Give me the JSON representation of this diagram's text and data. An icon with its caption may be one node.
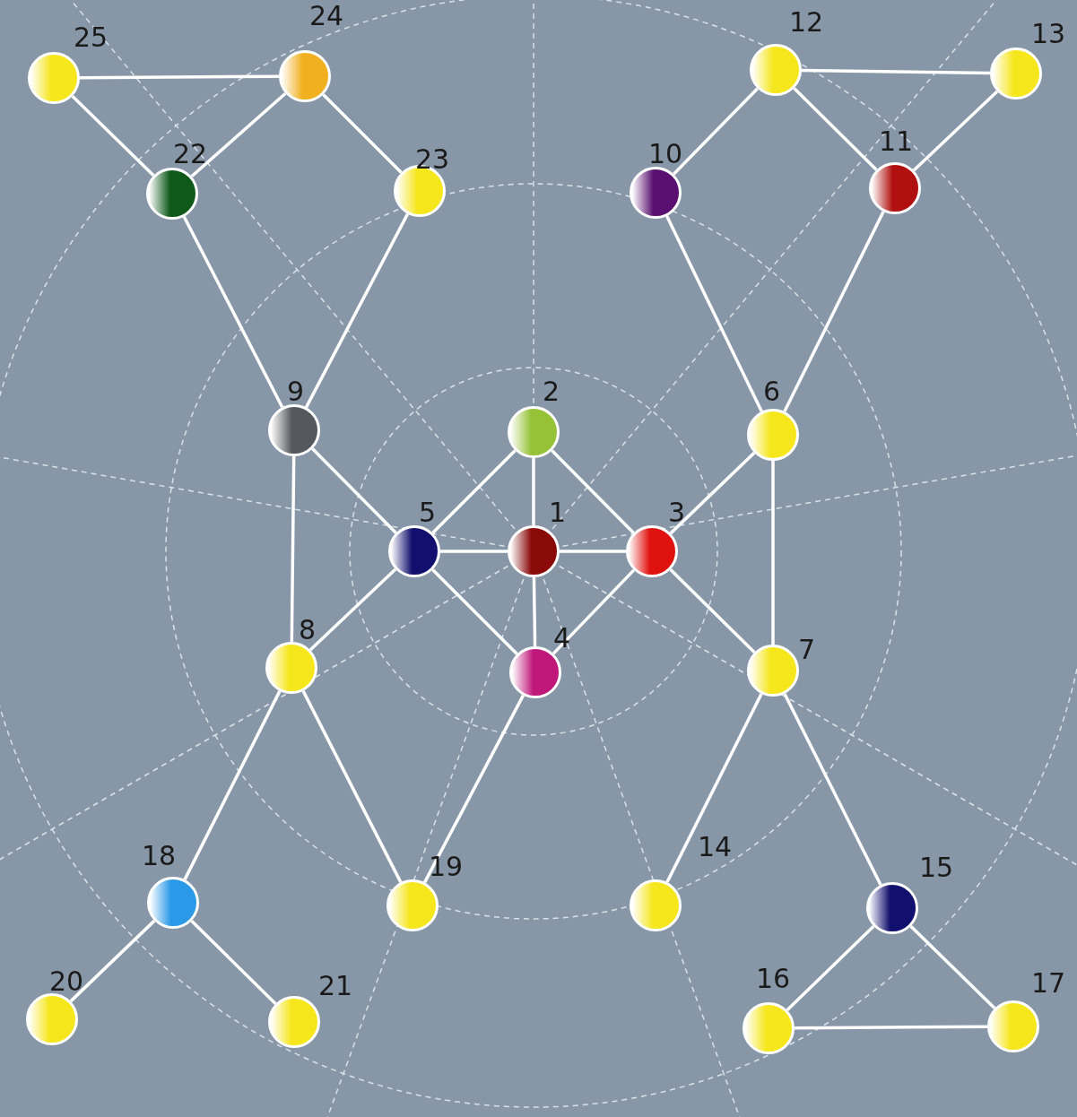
{
  "diagram": {
    "nodes": [
      {
        "text": [],
        "shape": "circle",
        "beside": [
          "1"
        ]
      },
      {
        "text": [],
        "shape": "circle",
        "beside": [
          "2"
        ]
      },
      {
        "text": [],
        "shape": "circle",
        "beside": [
          "3"
        ]
      },
      {
        "text": [],
        "shape": "circle",
        "beside": [
          "4"
        ]
      },
      {
        "text": [],
        "shape": "circle",
        "beside": [
          "5"
        ]
      },
      {
        "text": [],
        "shape": "circle",
        "beside": [
          "6"
        ]
      },
      {
        "text": [],
        "shape": "circle",
        "beside": [
          "7"
        ]
      },
      {
        "text": [],
        "shape": "circle",
        "beside": [
          "8"
        ]
      },
      {
        "text": [],
        "shape": "circle",
        "beside": [
          "9"
        ]
      },
      {
        "text": [],
        "shape": "circle",
        "beside": [
          "10"
        ]
      },
      {
        "text": [],
        "shape": "circle",
        "beside": [
          "11"
        ]
      },
      {
        "text": [],
        "shape": "circle",
        "beside": [
          "12"
        ]
      },
      {
        "text": [],
        "shape": "circle",
        "beside": [
          "13"
        ]
      },
      {
        "text": [],
        "shape": "circle",
        "beside": [
          "14"
        ]
      },
      {
        "text": [],
        "shape": "circle",
        "beside": [
          "15"
        ]
      },
      {
        "text": [],
        "shape": "circle",
        "beside": [
          "16"
        ]
      },
      {
        "text": [],
        "shape": "circle",
        "beside": [
          "17"
        ]
      },
      {
        "text": [],
        "shape": "circle",
        "beside": [
          "18"
        ]
      },
      {
        "text": [],
        "shape": "circle",
        "beside": [
          "19"
        ]
      },
      {
        "text": [],
        "shape": "circle",
        "beside": [
          "20"
        ]
      },
      {
        "text": [],
        "shape": "circle",
        "beside": [
          "21"
        ]
      },
      {
        "text": [],
        "shape": "circle",
        "beside": [
          "22"
        ]
      },
      {
        "text": [],
        "shape": "circle",
        "beside": [
          "23"
        ]
      },
      {
        "text": [],
        "shape": "circle",
        "beside": [
          "24"
        ]
      },
      {
        "text": [],
        "shape": "circle",
        "beside": [
          "25"
        ]
      }
    ],
    "edges": [
      {
        "from": 0,
        "to": 1,
        "arrow": "none"
      },
      {
        "from": 0,
        "to": 4,
        "arrow": "none"
      },
      {
        "from": 0,
        "to": 2,
        "arrow": "none"
      },
      {
        "from": 0,
        "to": 3,
        "arrow": "none"
      },
      {
        "from": 1,
        "to": 4,
        "arrow": "none"
      },
      {
        "from": 1,
        "to": 2,
        "arrow": "none"
      },
      {
        "from": 4,
        "to": 3,
        "arrow": "none"
      },
      {
        "from": 2,
        "to": 3,
        "arrow": "none"
      },
      {
        "from": 4,
        "to": 8,
        "arrow": "none"
      },
      {
        "from": 4,
        "to": 7,
        "arrow": "none"
      },
      {
        "from": 2,
        "to": 5,
        "arrow": "none"
      },
      {
        "from": 2,
        "to": 6,
        "arrow": "none"
      },
      {
        "from": 8,
        "to": 7,
        "arrow": "none"
      },
      {
        "from": 5,
        "to": 6,
        "arrow": "none"
      },
      {
        "from": 8,
        "to": 21,
        "arrow": "none"
      },
      {
        "from": 8,
        "to": 22,
        "arrow": "none"
      },
      {
        "from": 21,
        "to": 23,
        "arrow": "none"
      },
      {
        "from": 21,
        "to": 24,
        "arrow": "none"
      },
      {
        "from": 24,
        "to": 23,
        "arrow": "none"
      },
      {
        "from": 23,
        "to": 22,
        "arrow": "none"
      },
      {
        "from": 5,
        "to": 9,
        "arrow": "none"
      },
      {
        "from": 5,
        "to": 10,
        "arrow": "none"
      },
      {
        "from": 9,
        "to": 11,
        "arrow": "none"
      },
      {
        "from": 11,
        "to": 10,
        "arrow": "none"
      },
      {
        "from": 11,
        "to": 12,
        "arrow": "none"
      },
      {
        "from": 12,
        "to": 10,
        "arrow": "none"
      },
      {
        "from": 7,
        "to": 17,
        "arrow": "none"
      },
      {
        "from": 7,
        "to": 18,
        "arrow": "none"
      },
      {
        "from": 3,
        "to": 18,
        "arrow": "none"
      },
      {
        "from": 6,
        "to": 13,
        "arrow": "none"
      },
      {
        "from": 6,
        "to": 14,
        "arrow": "none"
      },
      {
        "from": 14,
        "to": 15,
        "arrow": "none"
      },
      {
        "from": 14,
        "to": 16,
        "arrow": "none"
      },
      {
        "from": 15,
        "to": 16,
        "arrow": "none"
      },
      {
        "from": 17,
        "to": 19,
        "arrow": "none"
      },
      {
        "from": 17,
        "to": 20,
        "arrow": "none"
      }
    ]
  }
}
